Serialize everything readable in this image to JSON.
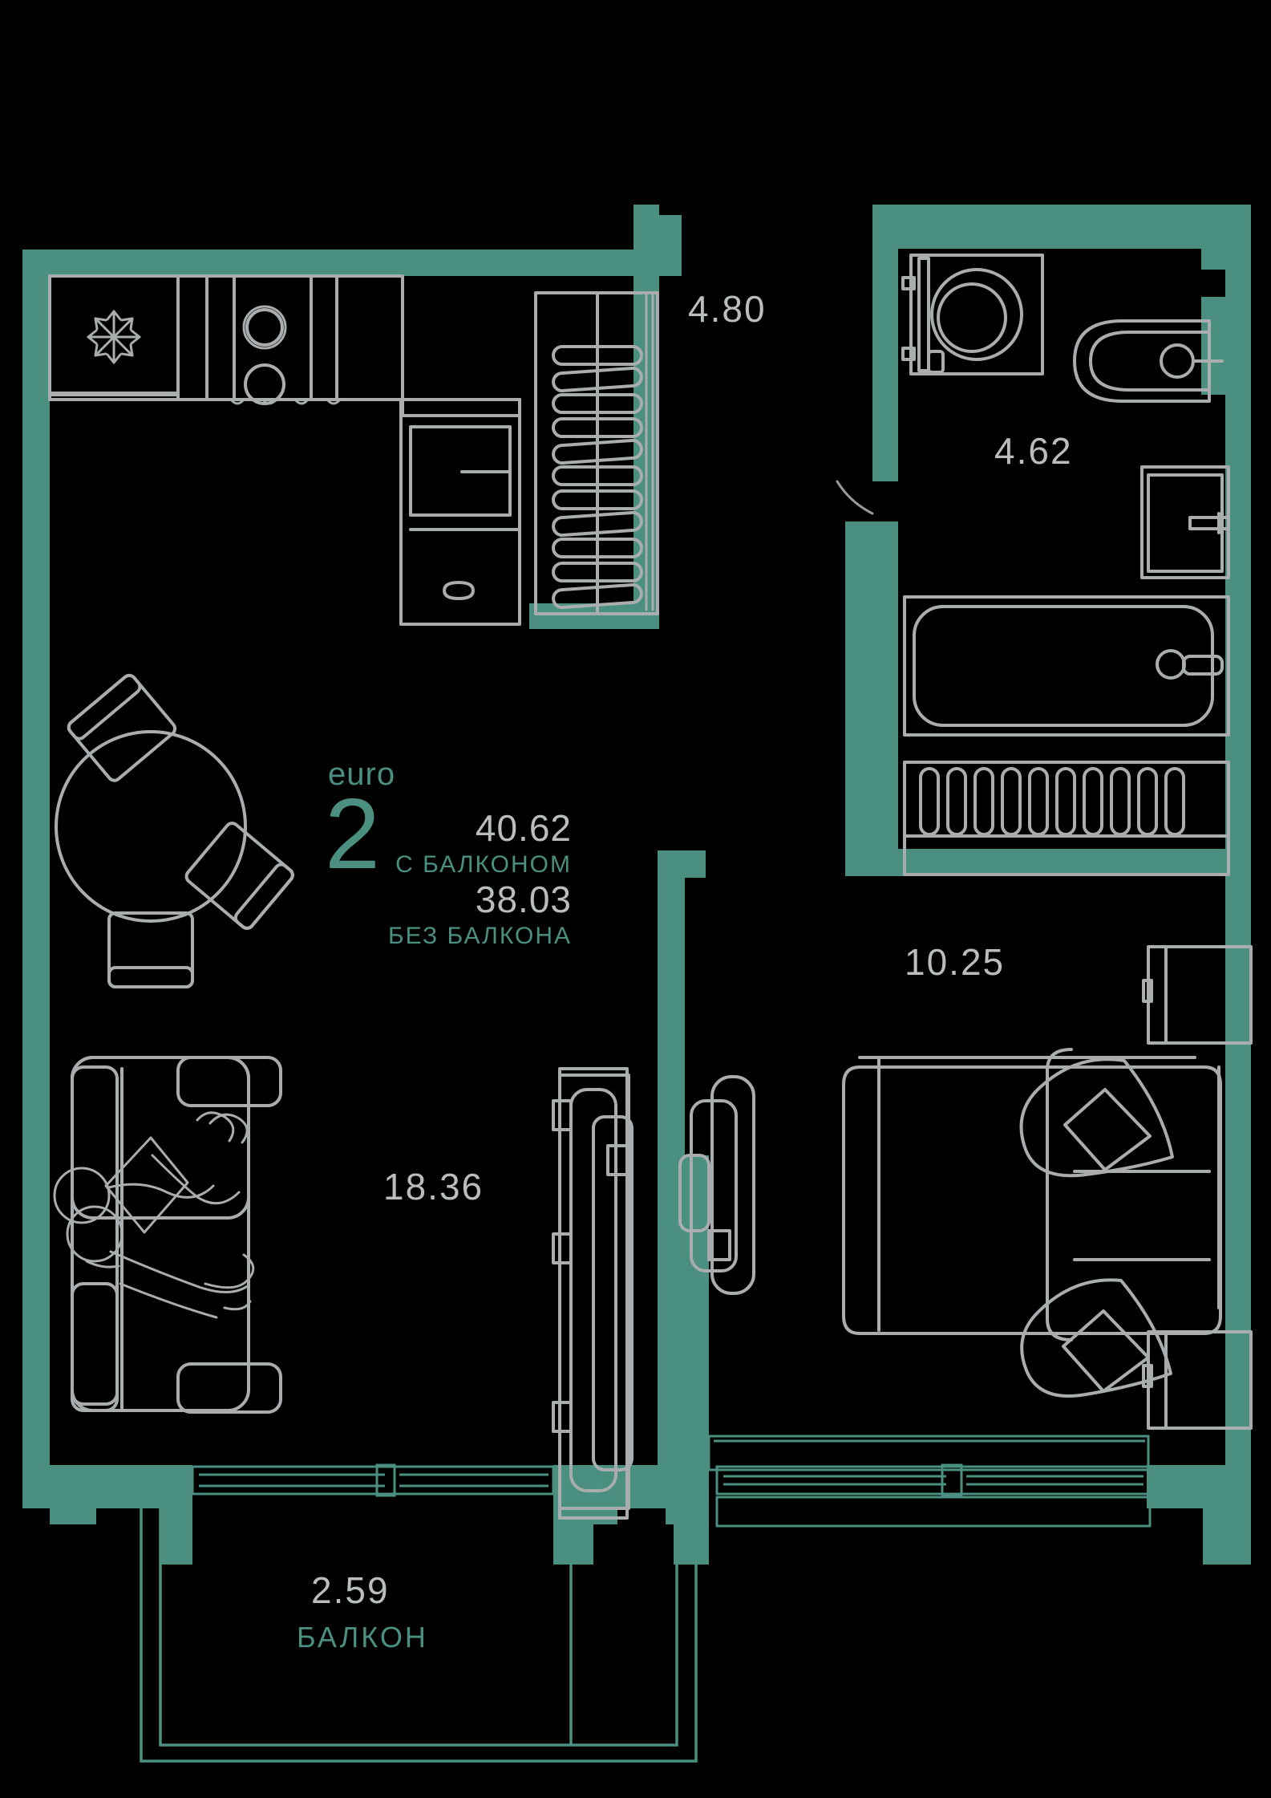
{
  "plan": {
    "type": "apartment-floor-plan",
    "badge": {
      "kicker": "euro",
      "rooms": "2",
      "area_with_balcony": "40.62",
      "label_with_balcony": "С БАЛКОНОМ",
      "area_without_balcony": "38.03",
      "label_without_balcony": "БЕЗ БАЛКОНА"
    },
    "rooms": [
      {
        "id": "kitchen-hall",
        "area": "4.80",
        "name": ""
      },
      {
        "id": "bathroom",
        "area": "4.62",
        "name": ""
      },
      {
        "id": "bedroom",
        "area": "10.25",
        "name": ""
      },
      {
        "id": "living-room",
        "area": "18.36",
        "name": ""
      },
      {
        "id": "balcony",
        "area": "2.59",
        "name": "БАЛКОН"
      }
    ],
    "colors": {
      "wall": "#4a8f80",
      "furniture": "#a9adae",
      "background": "#000000",
      "accent": "#4a8f80",
      "area_text": "#b9bdbe"
    },
    "fixtures": [
      "refrigerator-icon",
      "cooktop-icon",
      "sink-icon",
      "kitchen-counter",
      "wardrobe-icon",
      "dining-table-icon",
      "dining-chair-icon",
      "sofa-icon",
      "person-icon",
      "tv-unit-icon",
      "armchair-icon",
      "washing-machine-icon",
      "toilet-icon",
      "bathtub-icon",
      "washbasin-icon",
      "bed-icon",
      "pillow-icon",
      "nightstand-icon",
      "balcony-door-icon",
      "window-icon"
    ]
  }
}
